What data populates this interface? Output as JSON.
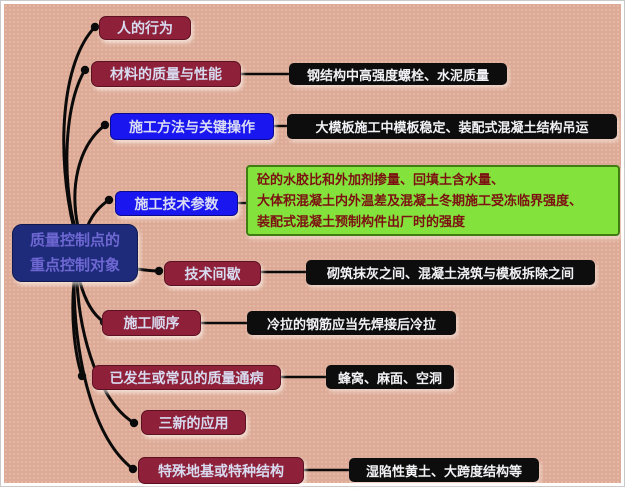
{
  "diagram": {
    "type": "mindmap",
    "root": {
      "line1": "质量控制点的",
      "line2": "重点控制对象"
    },
    "branches": [
      {
        "label": "人的行为",
        "style": "red",
        "detail": ""
      },
      {
        "label": "材料的质量与性能",
        "style": "red",
        "detail": "钢结构中高强度螺栓、水泥质量"
      },
      {
        "label": "施工方法与关键操作",
        "style": "blue",
        "detail": "大模板施工中模板稳定、装配式混凝土结构吊运"
      },
      {
        "label": "施工技术参数",
        "style": "blue",
        "detail_lines": [
          "砼的水胶比和外加剂掺量、回填土含水量、",
          "大体积混凝土内外温差及混凝土冬期施工受冻临界强度、",
          "装配式混凝土预制构件出厂时的强度"
        ]
      },
      {
        "label": "技术间歇",
        "style": "red",
        "detail": "砌筑抹灰之间、混凝土浇筑与模板拆除之间"
      },
      {
        "label": "施工顺序",
        "style": "red",
        "detail": "冷拉的钢筋应当先焊接后冷拉"
      },
      {
        "label": "已发生或常见的质量通病",
        "style": "red",
        "detail": "蜂窝、麻面、空洞"
      },
      {
        "label": "三新的应用",
        "style": "red",
        "detail": ""
      },
      {
        "label": "特殊地基或特种结构",
        "style": "red",
        "detail": "湿陷性黄土、大跨度结构等"
      }
    ],
    "colors": {
      "background": "#dcaa96",
      "background_dot": "#e8bca9",
      "branch_red": "#8e2139",
      "branch_blue": "#1a16f0",
      "root_navy": "#1d2b7a",
      "detail_black": "#0d0d0d",
      "detail_green_bg": "#83e23c",
      "detail_green_border": "#3f7d13",
      "detail_green_text": "#7c1111",
      "branch_text": "#d8daf0",
      "root_text": "#6e67d2",
      "detail_text": "#f2f2f6",
      "connector": "#0a0a0a"
    }
  }
}
